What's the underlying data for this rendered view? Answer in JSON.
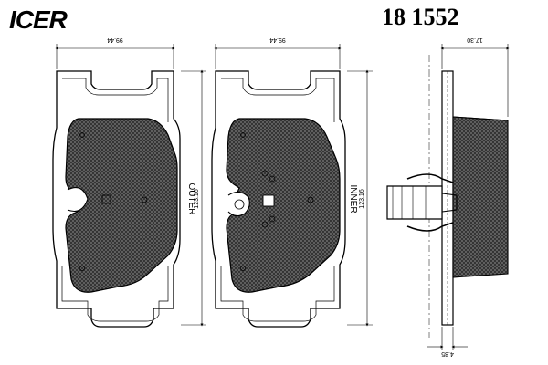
{
  "header": {
    "brand": "ICER",
    "part_number": "18 1552"
  },
  "outer_pad": {
    "label": "OUTER",
    "width_dim": "99.44",
    "height_dim": "123.16"
  },
  "inner_pad": {
    "label": "INNER",
    "width_dim": "99.44",
    "height_dim": "123.16"
  },
  "side_view": {
    "thickness_dim": "17.30",
    "plate_dim": "4.85"
  },
  "colors": {
    "line": "#000000",
    "friction_fill": "#555555",
    "background": "#ffffff"
  }
}
